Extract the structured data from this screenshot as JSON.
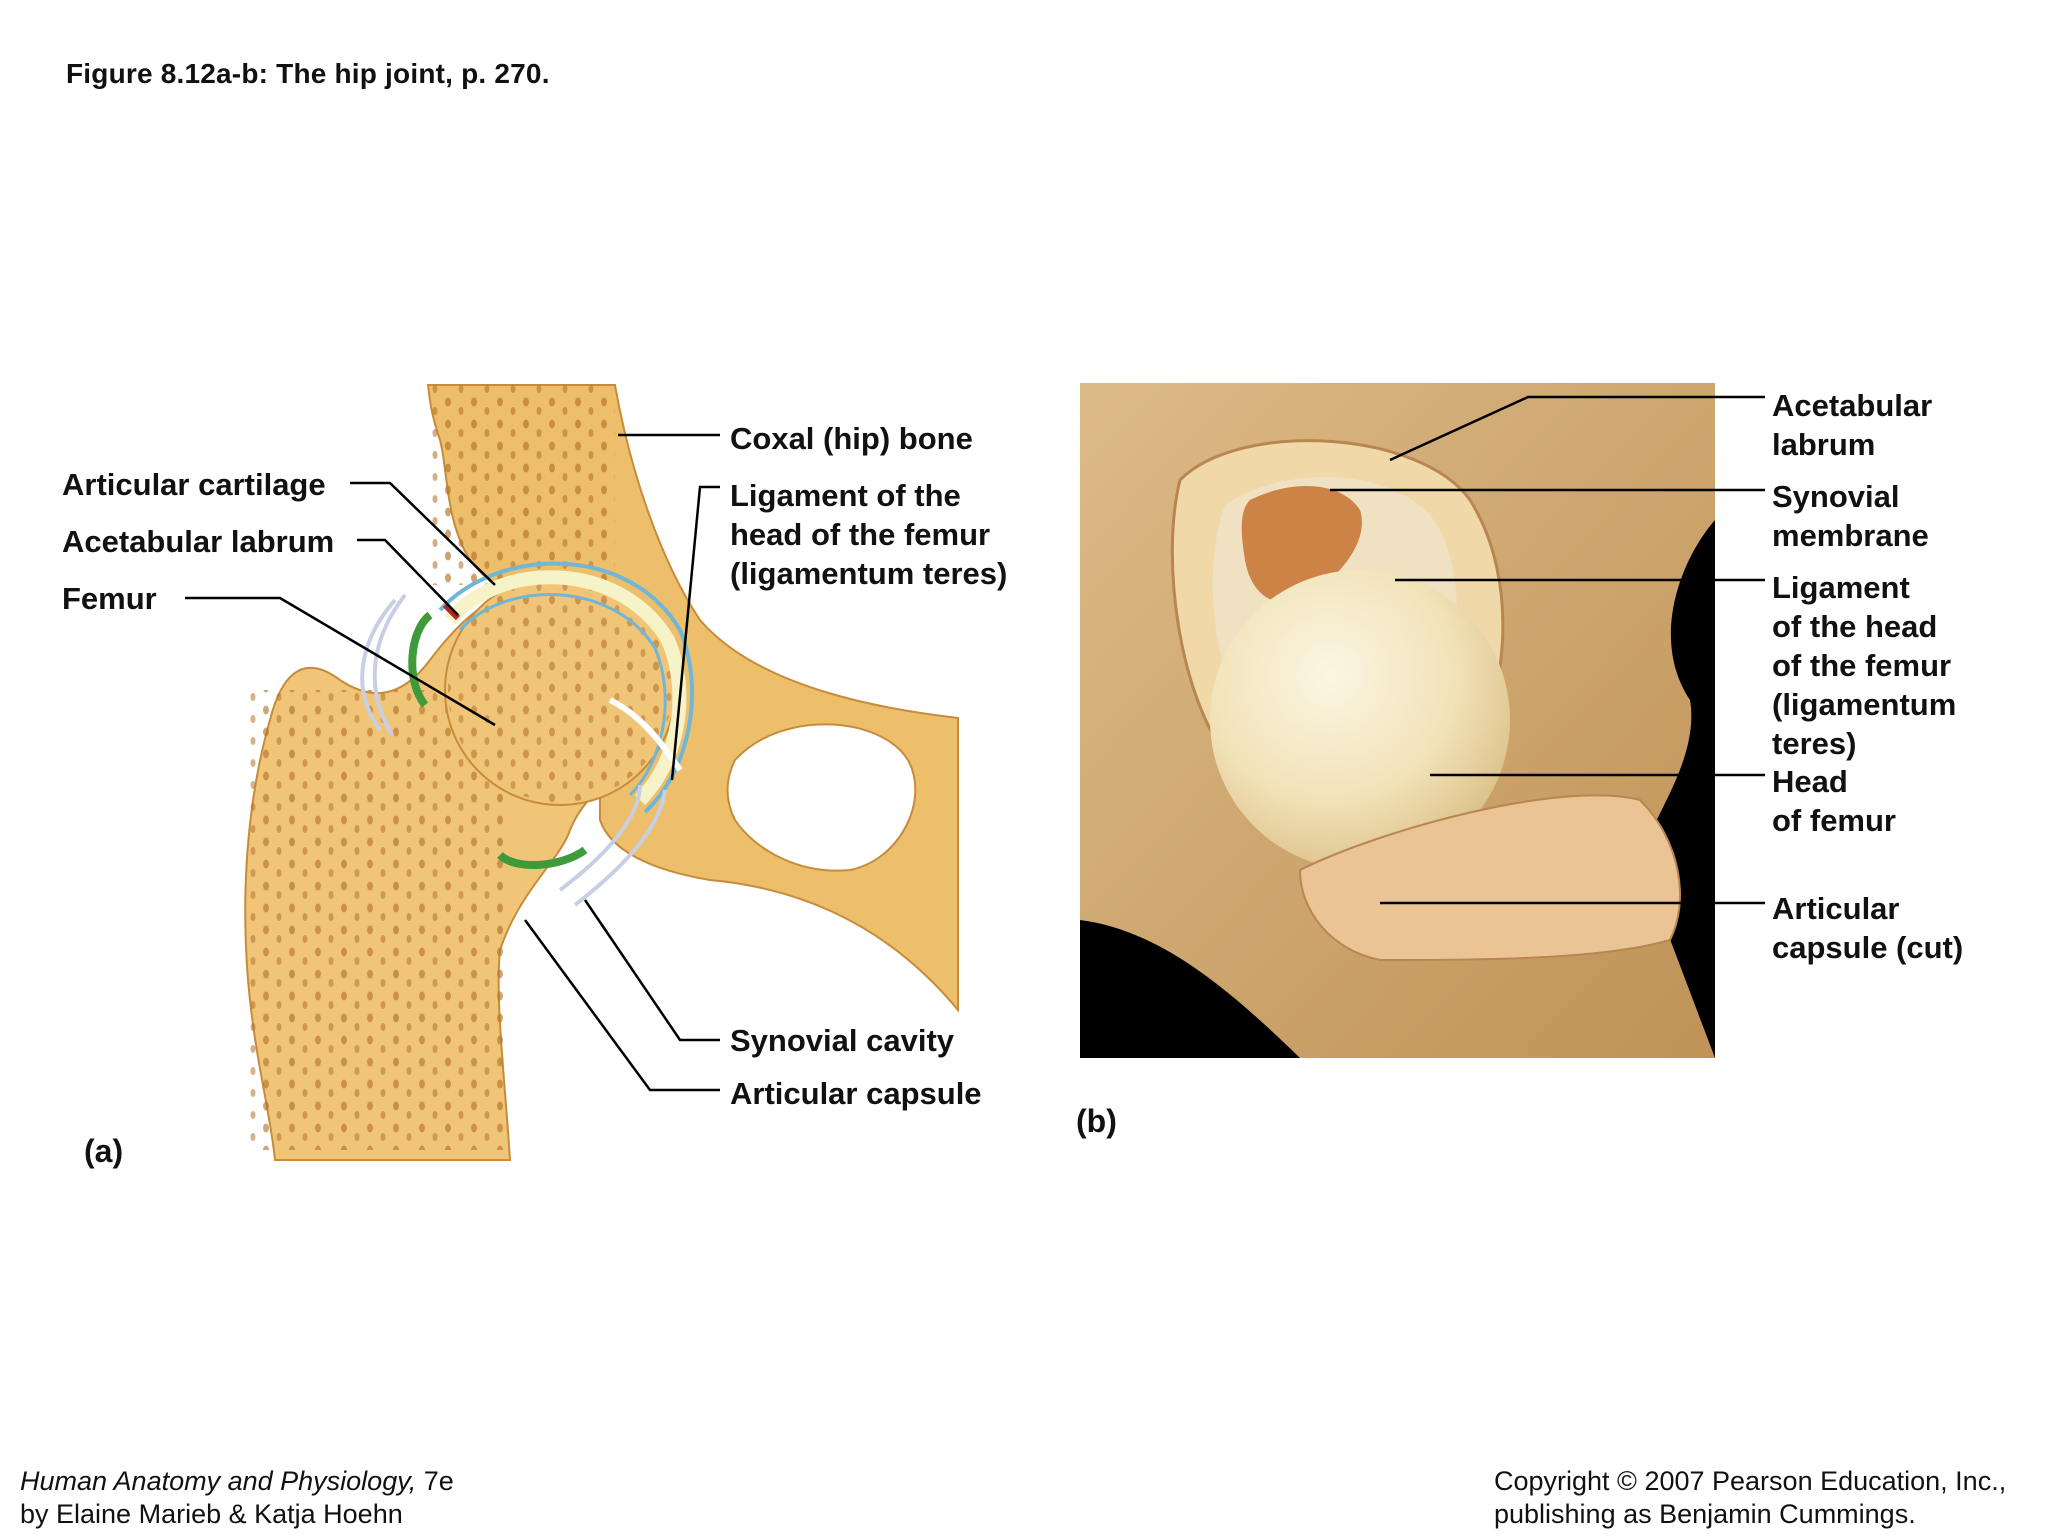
{
  "figure_title": "Figure 8.12a-b:  The hip joint, p. 270.",
  "panel_a": {
    "tag": "(a)",
    "labels": {
      "articular_cartilage": "Articular cartilage",
      "acetabular_labrum": "Acetabular labrum",
      "femur": "Femur",
      "coxal_bone": "Coxal (hip) bone",
      "ligament_head_1": "Ligament of the",
      "ligament_head_2": "head of the femur",
      "ligament_head_3": "(ligamentum teres)",
      "synovial_cavity": "Synovial cavity",
      "articular_capsule": "Articular capsule"
    }
  },
  "panel_b": {
    "tag": "(b)",
    "labels": {
      "acetabular_labrum_1": "Acetabular",
      "acetabular_labrum_2": "labrum",
      "synovial_membrane_1": "Synovial",
      "synovial_membrane_2": "membrane",
      "ligament_1": "Ligament",
      "ligament_2": "of the head",
      "ligament_3": "of the femur",
      "ligament_4": "(ligamentum",
      "ligament_5": "teres)",
      "head_femur_1": "Head",
      "head_femur_2": "of femur",
      "capsule_cut_1": "Articular",
      "capsule_cut_2": "capsule (cut)"
    }
  },
  "footer": {
    "book_title": "Human Anatomy and Physiology,",
    "edition": " 7e",
    "authors": "by Elaine Marieb & Katja Hoehn",
    "copyright_1": "Copyright © 2007 Pearson Education, Inc.,",
    "copyright_2": "publishing as Benjamin Cummings."
  }
}
